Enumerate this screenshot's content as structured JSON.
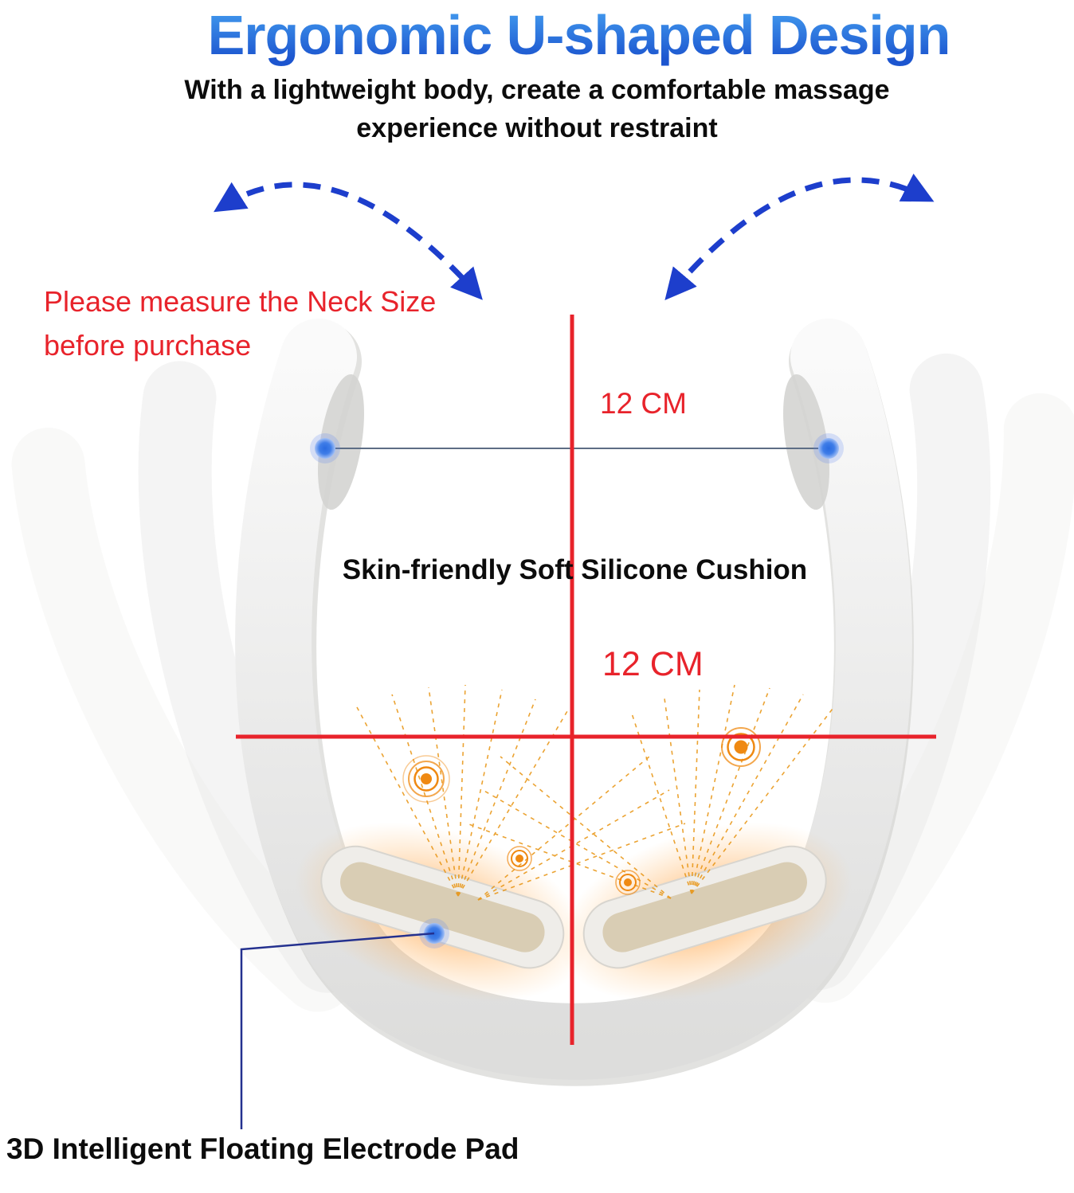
{
  "page": {
    "title": "Ergonomic U-shaped Design",
    "subtitle_line1": "With a lightweight body, create a comfortable massage",
    "subtitle_line2": "experience without restraint",
    "background": "#ffffff"
  },
  "annotations": {
    "neck_note_line1": "Please measure the Neck Size",
    "neck_note_line2": "before purchase",
    "dimension_upper": "12 CM",
    "dimension_lower": "12 CM",
    "cushion_label": "Skin-friendly Soft Silicone Cushion",
    "electrode_label": "3D Intelligent Floating Electrode Pad"
  },
  "illustration": {
    "name": "u-shaped-neck-massager-diagram",
    "icons": [
      "swing-arrow-left-icon",
      "swing-arrow-right-icon",
      "measure-point-dot",
      "heat-pulse-rings-icon",
      "massage-wave-lines-icon"
    ]
  },
  "colors": {
    "title_gradient_start": "#47a3f2",
    "title_gradient_end": "#1c55cf",
    "annotation_red": "#e8232b",
    "arrow_blue": "#1d3ecc",
    "heat_orange": "#ef8912",
    "device_gray": "#ececea",
    "text_black": "#0c0c0c"
  }
}
